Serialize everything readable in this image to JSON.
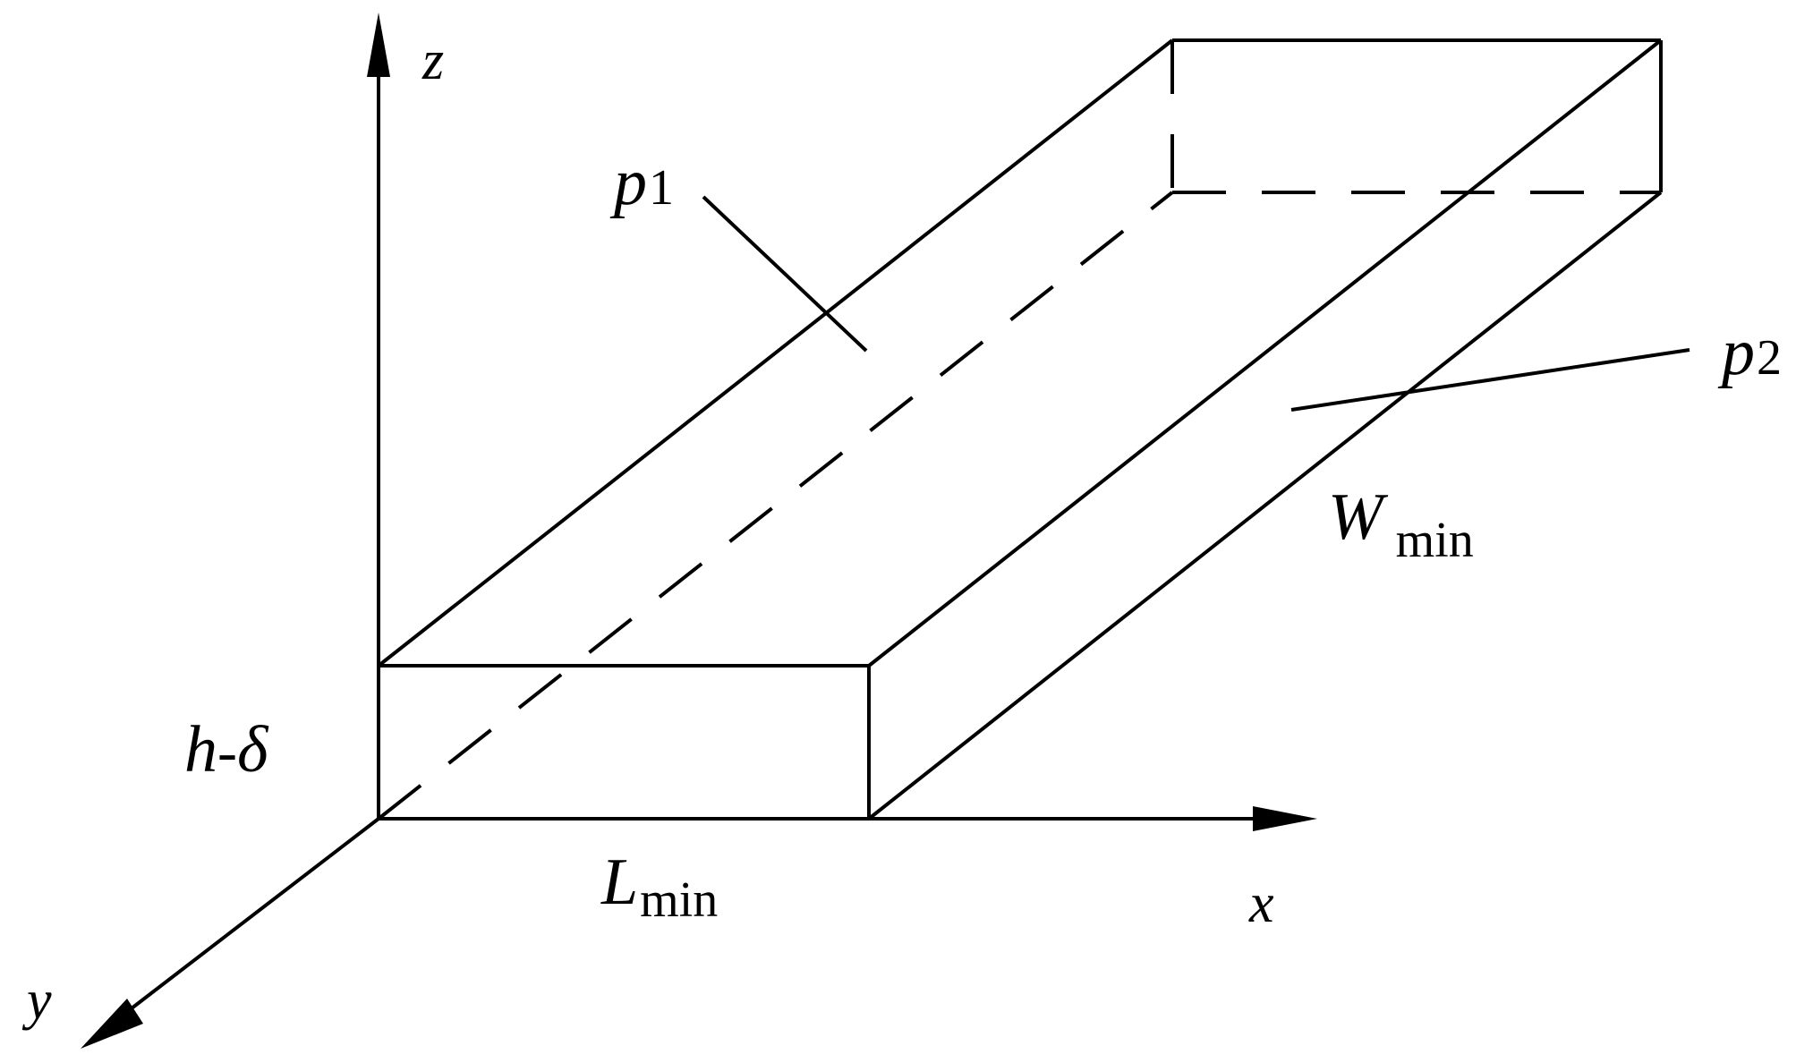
{
  "axes": {
    "x": "x",
    "y": "y",
    "z": "z"
  },
  "labels": {
    "p1": {
      "main": "p",
      "sub": "1"
    },
    "p2": {
      "main": "p",
      "sub": "2"
    },
    "w_min": {
      "main": "W",
      "sub": "min"
    },
    "l_min": {
      "main": "L",
      "sub": "min"
    },
    "height": {
      "h": "h",
      "dash": "-",
      "delta": "δ"
    }
  }
}
